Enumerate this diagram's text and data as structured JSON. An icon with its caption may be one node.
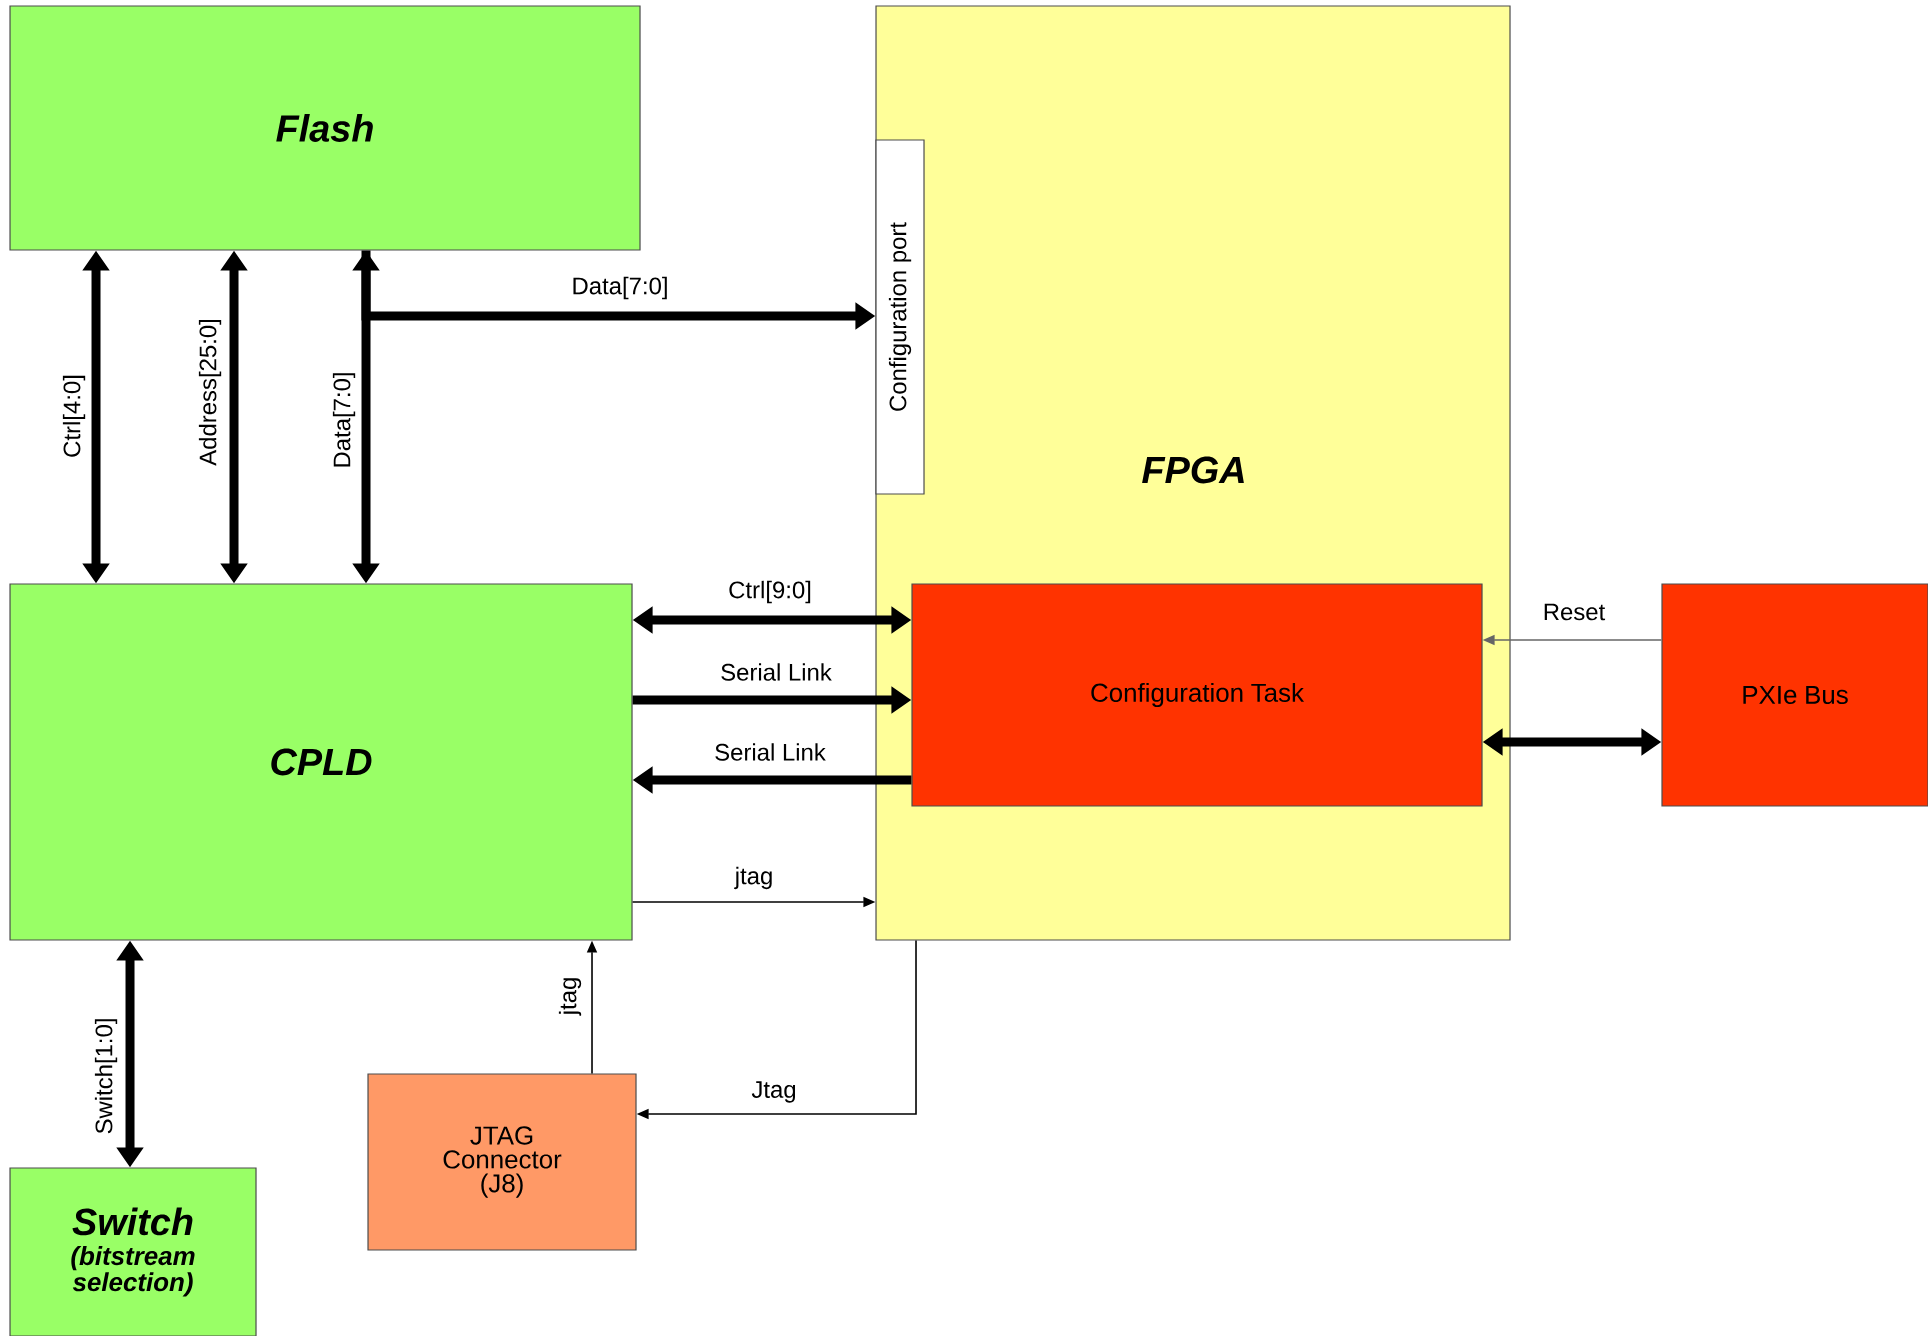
{
  "diagram": {
    "nodes": [
      {
        "text": [
          "Flash"
        ]
      },
      {
        "text": [
          "FPGA"
        ]
      },
      {
        "text": [
          "Configuration port"
        ],
        "in": 1
      },
      {
        "text": [
          "CPLD"
        ]
      },
      {
        "text": [
          "Configuration Task"
        ],
        "in": 1
      },
      {
        "text": [
          "PXIe Bus"
        ]
      },
      {
        "text": [
          "JTAG Connector (J8)"
        ]
      },
      {
        "text": [
          "Switch",
          "(bitstream selection)"
        ]
      }
    ],
    "edges": [
      {
        "from": 0,
        "to": 3,
        "arrow": "both",
        "label": "Ctrl[4:0]"
      },
      {
        "from": 0,
        "to": 3,
        "arrow": "both",
        "label": "Address[25:0]"
      },
      {
        "from": 0,
        "to": 3,
        "arrow": "both",
        "label": "Data[7:0]"
      },
      {
        "from": 0,
        "to": 2,
        "arrow": "to",
        "label": "Data[7:0]"
      },
      {
        "from": 3,
        "to": 4,
        "arrow": "both",
        "label": "Ctrl[9:0]"
      },
      {
        "from": 3,
        "to": 4,
        "arrow": "to",
        "label": "Serial Link"
      },
      {
        "from": 4,
        "to": 3,
        "arrow": "to",
        "label": "Serial Link"
      },
      {
        "from": 3,
        "to": 1,
        "arrow": "to",
        "label": "jtag"
      },
      {
        "from": 6,
        "to": 3,
        "arrow": "to",
        "label": "jtag"
      },
      {
        "from": 1,
        "to": 6,
        "arrow": "to",
        "label": "Jtag"
      },
      {
        "from": 5,
        "to": 4,
        "arrow": "to",
        "label": "Reset",
        "color": "#666666"
      },
      {
        "from": 5,
        "to": 4,
        "arrow": "both"
      },
      {
        "from": 3,
        "to": 7,
        "arrow": "both",
        "label": "Switch[1:0]"
      }
    ]
  }
}
